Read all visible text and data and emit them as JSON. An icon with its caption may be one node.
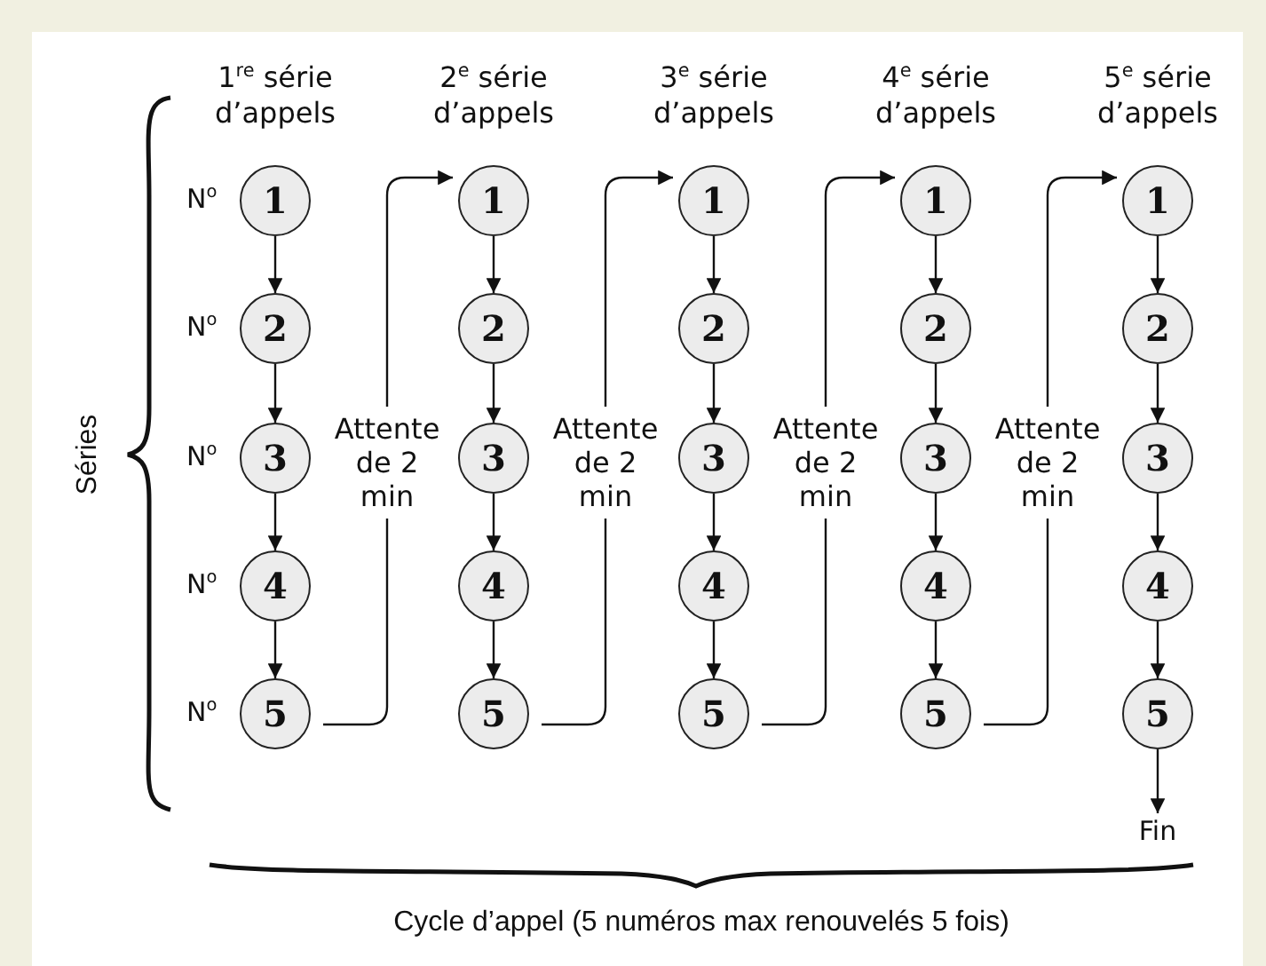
{
  "diagram": {
    "nodes": [
      {
        "text": [
          "1"
        ]
      },
      {
        "text": [
          "2"
        ]
      },
      {
        "text": [
          "3"
        ]
      },
      {
        "text": [
          "4"
        ]
      },
      {
        "text": [
          "5"
        ]
      },
      {
        "text": [
          "1"
        ]
      },
      {
        "text": [
          "2"
        ]
      },
      {
        "text": [
          "3"
        ]
      },
      {
        "text": [
          "4"
        ]
      },
      {
        "text": [
          "5"
        ]
      },
      {
        "text": [
          "1"
        ]
      },
      {
        "text": [
          "2"
        ]
      },
      {
        "text": [
          "3"
        ]
      },
      {
        "text": [
          "4"
        ]
      },
      {
        "text": [
          "5"
        ]
      },
      {
        "text": [
          "1"
        ]
      },
      {
        "text": [
          "2"
        ]
      },
      {
        "text": [
          "3"
        ]
      },
      {
        "text": [
          "4"
        ]
      },
      {
        "text": [
          "5"
        ]
      },
      {
        "text": [
          "1"
        ]
      },
      {
        "text": [
          "2"
        ]
      },
      {
        "text": [
          "3"
        ]
      },
      {
        "text": [
          "4"
        ]
      },
      {
        "text": [
          "5"
        ]
      },
      {
        "text": [
          "Fin"
        ]
      }
    ],
    "edges": [
      {
        "from": 0,
        "to": 1,
        "arrow": "to"
      },
      {
        "from": 1,
        "to": 2,
        "arrow": "to"
      },
      {
        "from": 2,
        "to": 3,
        "arrow": "to"
      },
      {
        "from": 3,
        "to": 4,
        "arrow": "to"
      },
      {
        "from": 4,
        "to": 5,
        "arrow": "to",
        "label": "Attente de 2 min"
      },
      {
        "from": 5,
        "to": 6,
        "arrow": "to"
      },
      {
        "from": 6,
        "to": 7,
        "arrow": "to"
      },
      {
        "from": 7,
        "to": 8,
        "arrow": "to"
      },
      {
        "from": 8,
        "to": 9,
        "arrow": "to"
      },
      {
        "from": 9,
        "to": 10,
        "arrow": "to",
        "label": "Attente de 2 min"
      },
      {
        "from": 10,
        "to": 11,
        "arrow": "to"
      },
      {
        "from": 11,
        "to": 12,
        "arrow": "to"
      },
      {
        "from": 12,
        "to": 13,
        "arrow": "to"
      },
      {
        "from": 13,
        "to": 14,
        "arrow": "to"
      },
      {
        "from": 14,
        "to": 15,
        "arrow": "to",
        "label": "Attente de 2 min"
      },
      {
        "from": 15,
        "to": 16,
        "arrow": "to"
      },
      {
        "from": 16,
        "to": 17,
        "arrow": "to"
      },
      {
        "from": 17,
        "to": 18,
        "arrow": "to"
      },
      {
        "from": 18,
        "to": 19,
        "arrow": "to"
      },
      {
        "from": 19,
        "to": 20,
        "arrow": "to",
        "label": "Attente de 2 min"
      },
      {
        "from": 20,
        "to": 21,
        "arrow": "to"
      },
      {
        "from": 21,
        "to": 22,
        "arrow": "to"
      },
      {
        "from": 22,
        "to": 23,
        "arrow": "to"
      },
      {
        "from": 23,
        "to": 24,
        "arrow": "to"
      },
      {
        "from": 24,
        "to": 25,
        "arrow": "to"
      }
    ],
    "labels": [
      "1$^{re}$ série d’appels",
      "2$^{e}$ série d’appels",
      "3$^{e}$ série d’appels",
      "4$^{e}$ série d’appels",
      "5$^{e}$ série d’appels",
      "N$^{o}$",
      "N$^{o}$",
      "N$^{o}$",
      "N$^{o}$",
      "N$^{o}$",
      "Séries",
      "Cycle d’appel (5 numéros max renouvelés 5 fois)"
    ]
  }
}
